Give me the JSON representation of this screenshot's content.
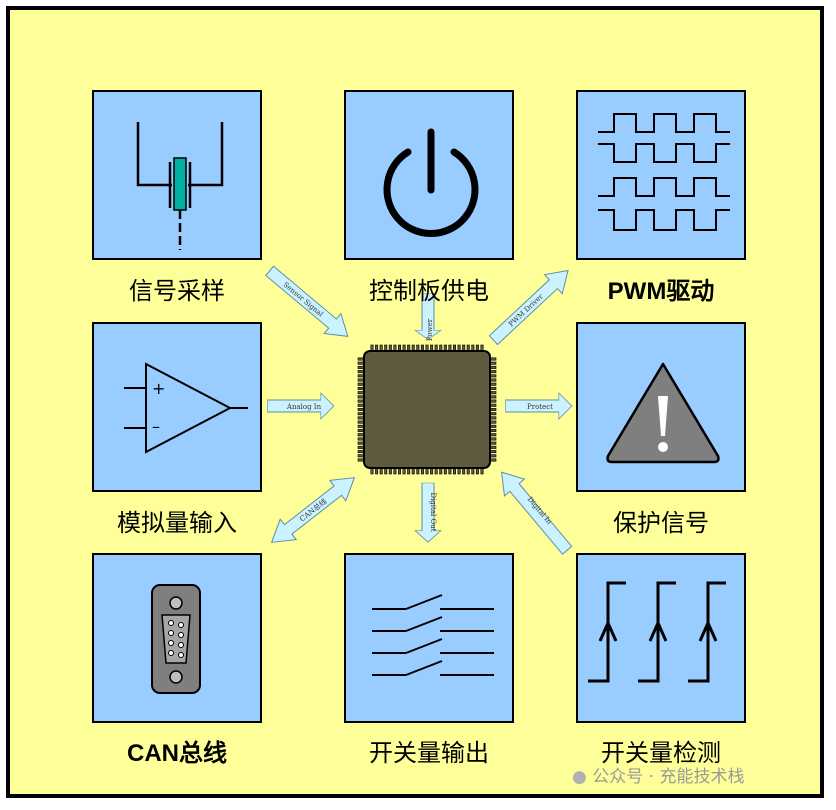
{
  "tiles": {
    "signal_sampling": "信号采样",
    "board_power": "控制板供电",
    "pwm_drive": "PWM驱动",
    "analog_input": "模拟量输入",
    "protect_signal": "保护信号",
    "can_bus": "CAN总线",
    "digital_output": "开关量输出",
    "digital_detect": "开关量检测"
  },
  "arrows": {
    "sensor_signal": "Sensor Signal",
    "power": "Power",
    "pwm_driver": "PWM Driver",
    "analog_in": "Analog In",
    "protect": "Protect",
    "can_comm": "CAN总线",
    "digital_out": "Digital Out",
    "digital_in": "Digital In"
  },
  "watermark": "公众号 · 充能技术栈",
  "colors": {
    "background": "#ffff99",
    "tile": "#99ccff",
    "chip": "#5f5a3f",
    "arrow": "#ccf2ff",
    "warning": "#7f7f7f"
  },
  "icons": [
    "crystal-oscillator-icon",
    "power-icon",
    "pwm-waveform-icon",
    "op-amp-icon",
    "warning-icon",
    "db9-connector-icon",
    "switch-icon",
    "rising-edge-icon",
    "mcu-chip-icon"
  ]
}
